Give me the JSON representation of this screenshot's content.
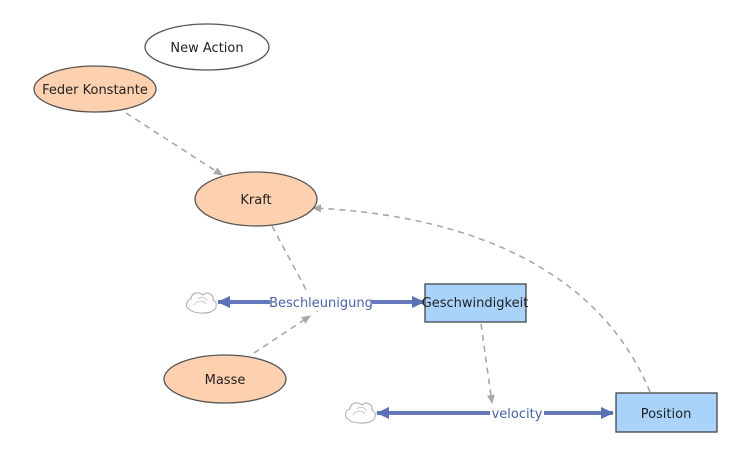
{
  "diagram": {
    "nodes": {
      "new_action": "New Action",
      "feder_konstante": "Feder Konstante",
      "kraft": "Kraft",
      "masse": "Masse",
      "geschwindigkeit": "Geschwindigkeit",
      "position": "Position"
    },
    "flows": {
      "beschleunigung": "Beschleunigung",
      "velocity": "velocity"
    }
  },
  "colors": {
    "variable_fill": "#fdd0b0",
    "stock_fill": "#a9d3fb",
    "flow_line": "#6479b9",
    "link_line": "#a8a8a8"
  }
}
